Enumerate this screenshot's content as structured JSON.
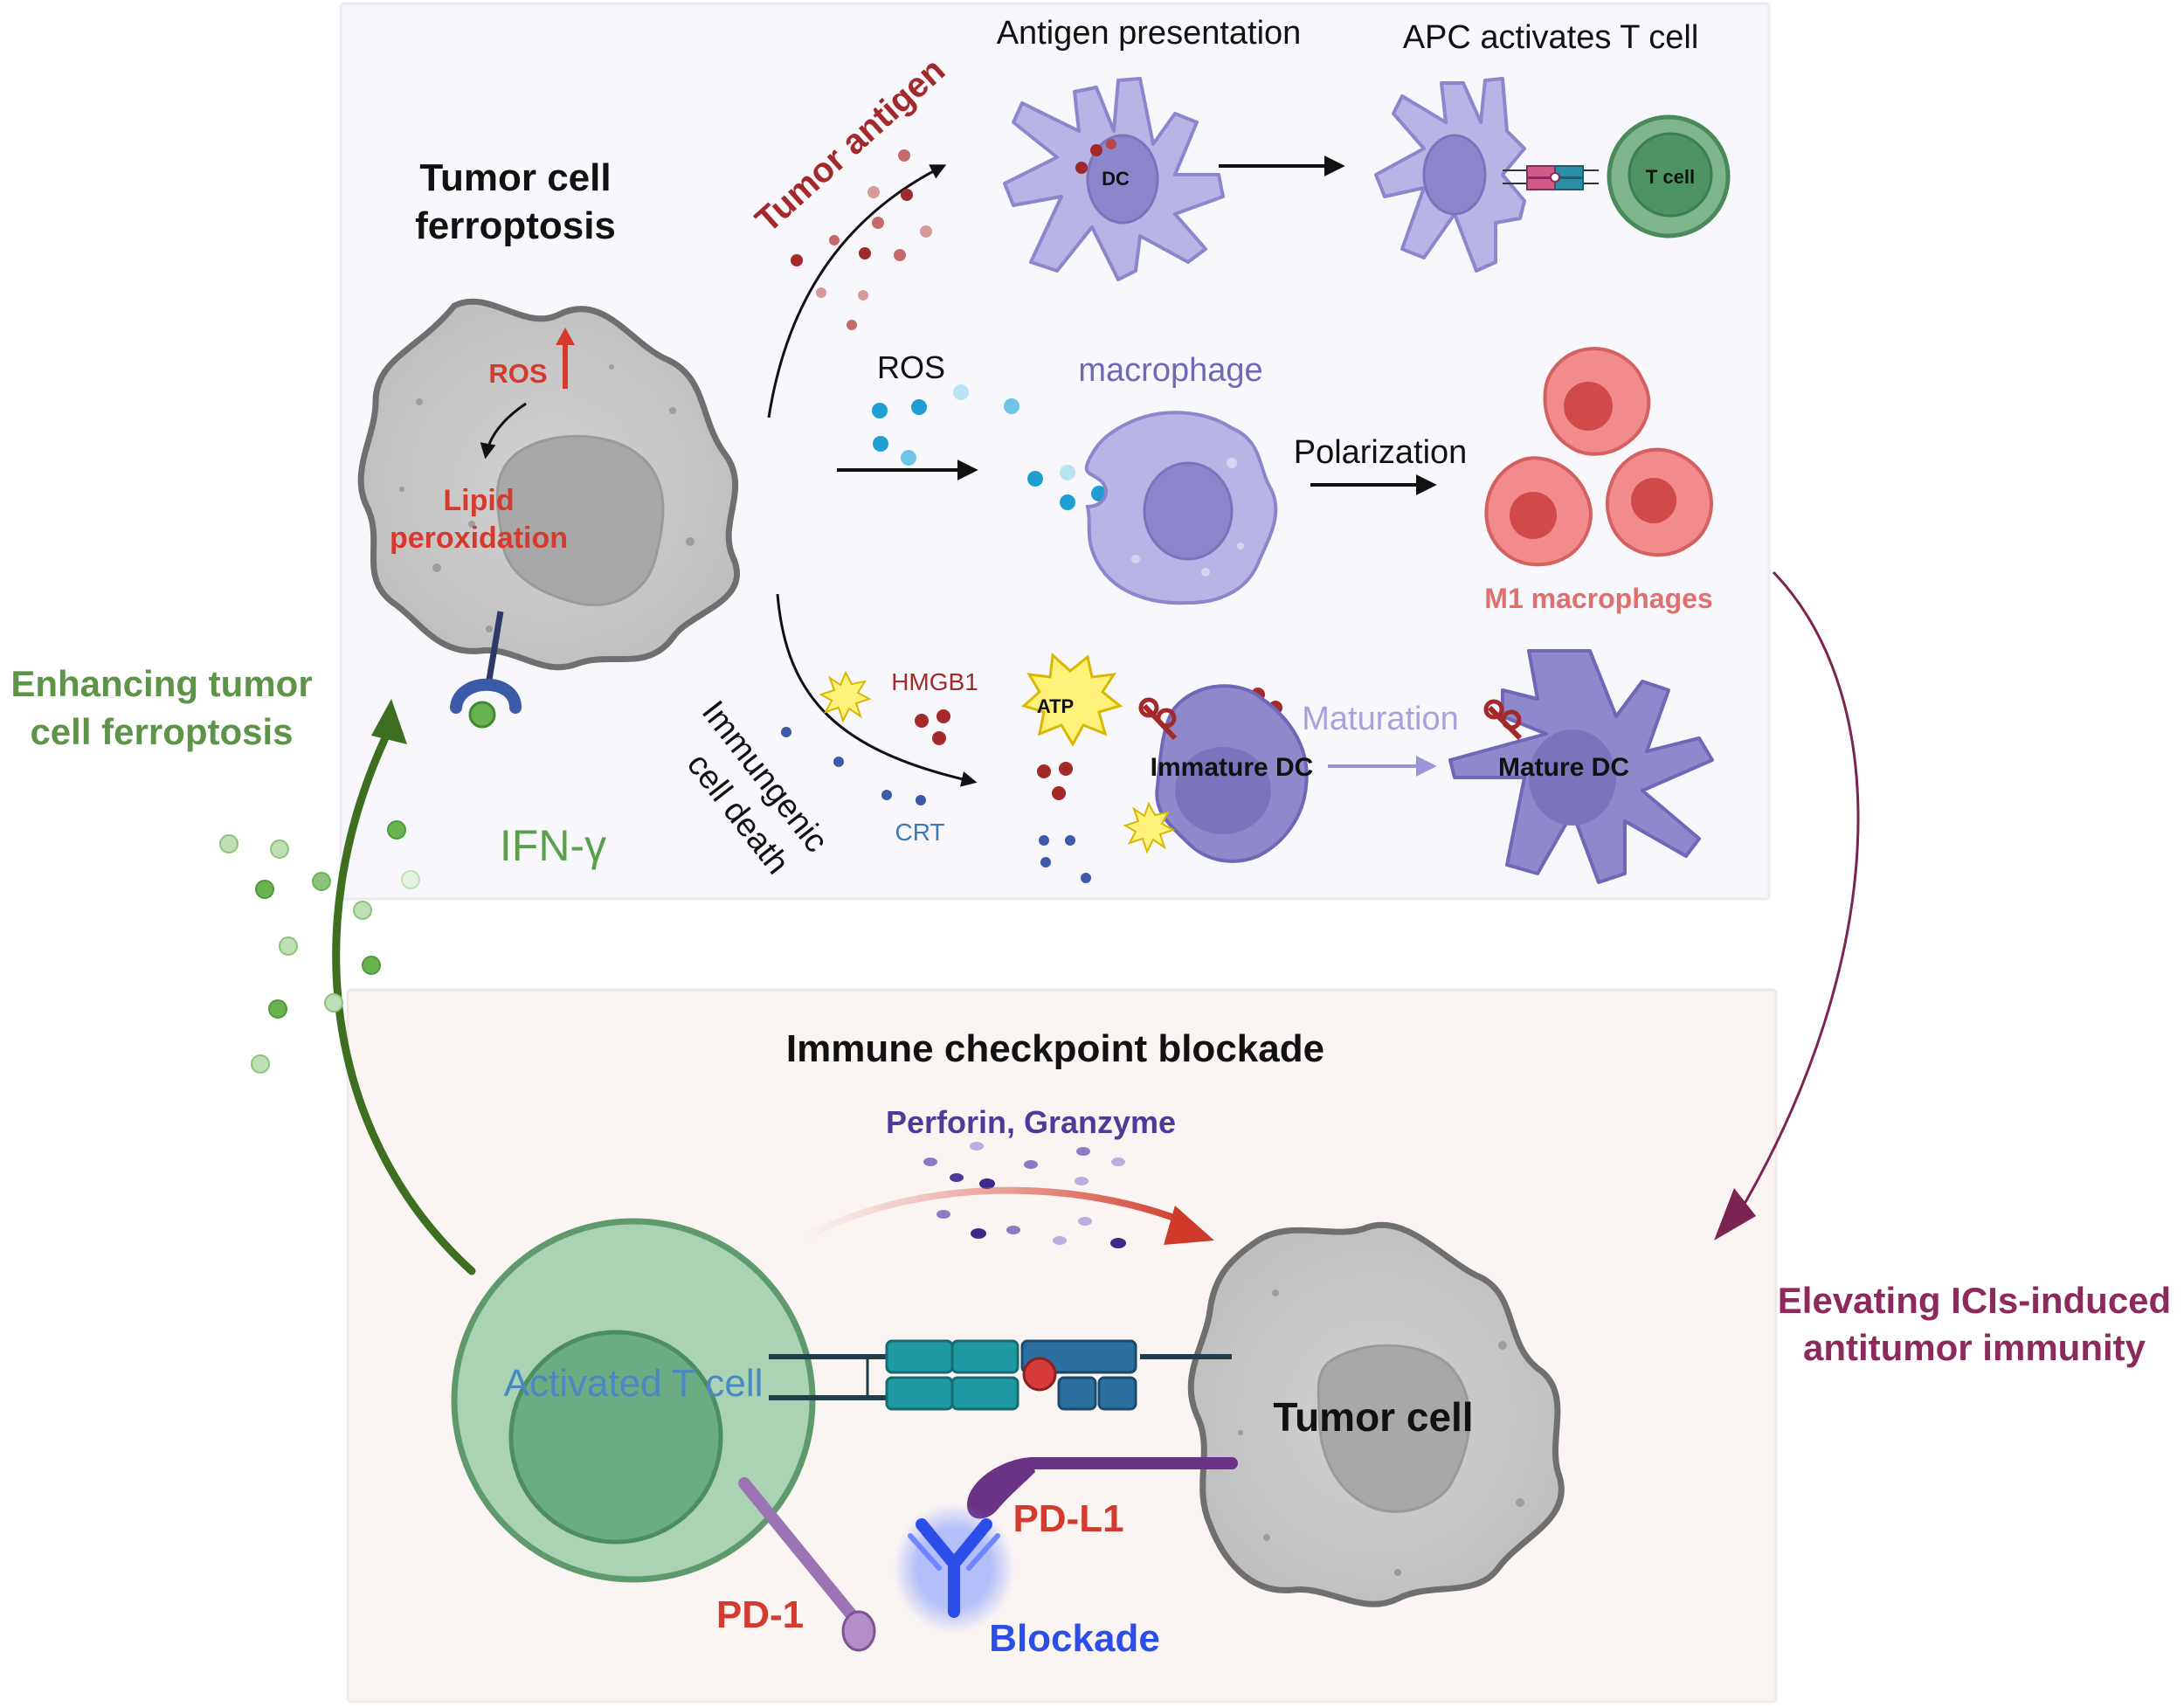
{
  "colors": {
    "top_panel_bg": "#f8f7fb",
    "bottom_panel_bg": "#faf5f3",
    "tumor_gray": "#c9c9c9",
    "dc_purple": "#b9b4e6",
    "tcell_green": "#a9d3b3",
    "m1_red": "#f28b8b",
    "ros_red": "#d63a2e",
    "green_label": "#5e9447",
    "magenta_label": "#8c2a5c",
    "blockade_blue": "#2c4ee8"
  },
  "labels": {
    "tumor_cell_ferroptosis_1": "Tumor cell",
    "tumor_cell_ferroptosis_2": "ferroptosis",
    "ros_inside": "ROS",
    "lipid_1": "Lipid",
    "lipid_2": "peroxidation",
    "ifn": "IFN-γ",
    "enhancing_1": "Enhancing tumor",
    "enhancing_2": "cell  ferroptosis",
    "tumor_antigen": "Tumor antigen",
    "antigen_presentation": "Antigen presentation",
    "apc_activates": "APC activates T cell",
    "dc": "DC",
    "t_cell_small": "T cell",
    "ros_release": "ROS",
    "macrophage": "macrophage",
    "polarization": "Polarization",
    "m1_macrophages": "M1 macrophages",
    "icd_1": "Immungenic",
    "icd_2": "cell death",
    "hmgb1": "HMGB1",
    "atp": "ATP",
    "crt": "CRT",
    "immature_dc": "Immature DC",
    "maturation": "Maturation",
    "mature_dc": "Mature DC",
    "icb_title": "Immune checkpoint blockade",
    "perforin": "Perforin, Granzyme",
    "activated_t_cell": "Activated T cell",
    "tumor_cell": "Tumor cell",
    "pd1": "PD-1",
    "pdl1": "PD-L1",
    "blockade": "Blockade",
    "elevating_1": "Elevating ICIs-induced",
    "elevating_2": "antitumor immunity"
  }
}
